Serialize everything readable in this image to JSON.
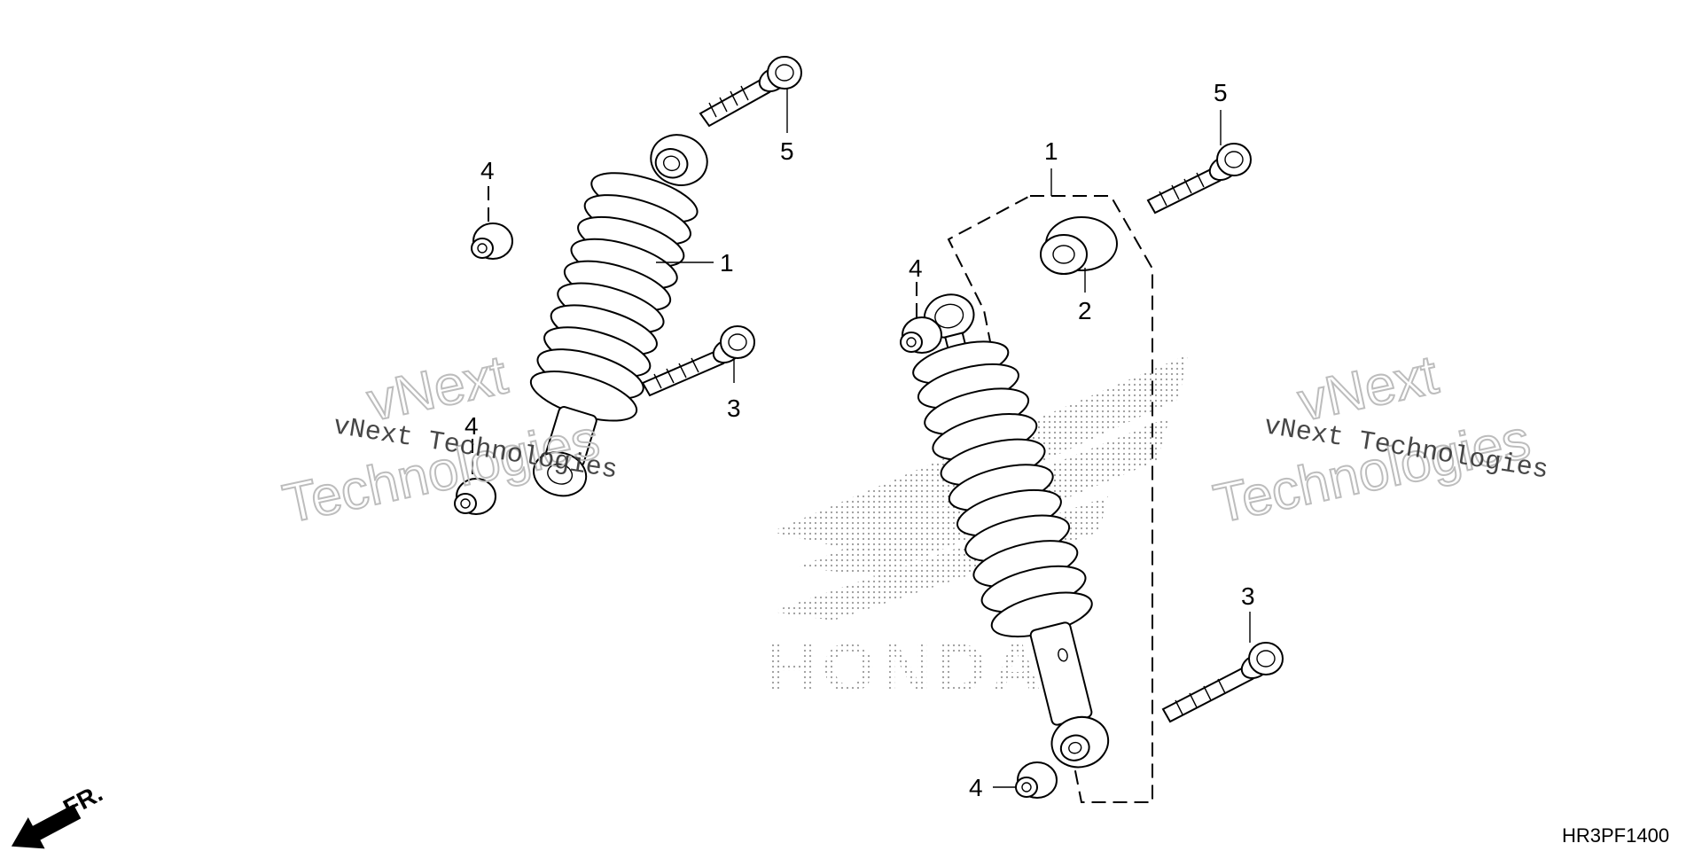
{
  "diagram": {
    "code": "HR3PF1400",
    "direction_label": "FR.",
    "callouts": {
      "left_shock": "1",
      "left_top_bolt": "5",
      "left_bolt": "3",
      "left_upper_nut": "4",
      "left_lower_nut": "4",
      "right_shock": "1",
      "right_bushing": "2",
      "right_top_bolt": "5",
      "right_bolt": "3",
      "right_upper_nut": "4",
      "right_lower_nut": "4"
    }
  },
  "watermark": {
    "line1": "vNext",
    "line2": "Technologies",
    "small": "vNext Technologies",
    "logo": "HONDA"
  }
}
